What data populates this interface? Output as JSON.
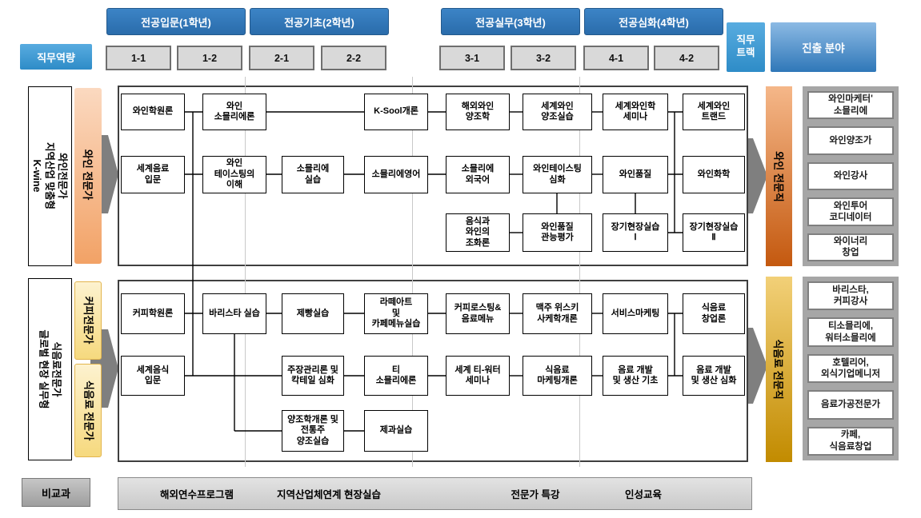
{
  "header": {
    "competency": "직무역량",
    "years": [
      "전공입문(1학년)",
      "전공기초(2학년)",
      "전공실무(3학년)",
      "전공심화(4학년)"
    ],
    "semesters": [
      "1-1",
      "1-2",
      "2-1",
      "2-2",
      "3-1",
      "3-2",
      "4-1",
      "4-2"
    ],
    "job_track": "직무\n트랙",
    "advance_field": "진출 분야"
  },
  "tracks": [
    {
      "id": "wine",
      "side_title_lines": [
        "와인전문가",
        "지역산업 맞춤형",
        "K-wine"
      ],
      "expert_bars": [
        "와인 전문가"
      ],
      "job_track": "와인 전문직",
      "careers": [
        "와인마케터'\n소믈리에",
        "와인양조가",
        "와인강사",
        "와인투어\n코디네이터",
        "와이너리\n창업"
      ],
      "courses": [
        [
          {
            "col": 0,
            "label": "와인학원론"
          },
          {
            "col": 1,
            "label": "와인\n소믈리에론"
          },
          {
            "col": 3,
            "label": "K-Sool개론"
          },
          {
            "col": 4,
            "label": "해외와인\n양조학"
          },
          {
            "col": 5,
            "label": "세계와인\n양조실습"
          },
          {
            "col": 6,
            "label": "세계와인학\n세미나"
          },
          {
            "col": 7,
            "label": "세계와인\n트랜드"
          }
        ],
        [
          {
            "col": 0,
            "label": "세계음료\n입문"
          },
          {
            "col": 1,
            "label": "와인\n테이스팅의\n이해"
          },
          {
            "col": 2,
            "label": "소믈리에\n실습"
          },
          {
            "col": 3,
            "label": "소믈리에영어"
          },
          {
            "col": 4,
            "label": "소믈리에\n외국어"
          },
          {
            "col": 5,
            "label": "와인테이스팅\n심화"
          },
          {
            "col": 6,
            "label": "와인품질"
          },
          {
            "col": 7,
            "label": "와인화학"
          }
        ],
        [
          {
            "col": 4,
            "label": "음식과\n와인의\n조화론"
          },
          {
            "col": 5,
            "label": "와인품질\n관능평가"
          },
          {
            "col": 6,
            "label": "장기현장실습\nⅠ"
          },
          {
            "col": 7,
            "label": "장기현장실습\nⅡ"
          }
        ]
      ]
    },
    {
      "id": "food",
      "side_title_lines": [
        "식음료전문가",
        "글로벌 현장 실무형"
      ],
      "expert_bars": [
        "커피전문가",
        "식음료 전문가"
      ],
      "job_track": "식음료 전문직",
      "careers": [
        "바리스타,\n커피강사",
        "티소믈리에,\n워터소믈리에",
        "호텔리어,\n외식기업메니저",
        "음료가공전문가",
        "카페,\n식음료창업"
      ],
      "courses": [
        [
          {
            "col": 0,
            "label": "커피학원론"
          },
          {
            "col": 1,
            "label": "바리스타 실습"
          },
          {
            "col": 2,
            "label": "제빵실습"
          },
          {
            "col": 3,
            "label": "라떼아트\n및\n카페메뉴실습"
          },
          {
            "col": 4,
            "label": "커피로스팅&\n음료메뉴"
          },
          {
            "col": 5,
            "label": "맥주 위스키\n사케학개론"
          },
          {
            "col": 6,
            "label": "서비스마케팅"
          },
          {
            "col": 7,
            "label": "식음료\n창업론"
          }
        ],
        [
          {
            "col": 0,
            "label": "세계음식\n입문"
          },
          {
            "col": 2,
            "label": "주장관리론 및\n칵테일 심화"
          },
          {
            "col": 3,
            "label": "티\n소믈리에론"
          },
          {
            "col": 4,
            "label": "세계 티-워터\n세미나"
          },
          {
            "col": 5,
            "label": "식음료\n마케팅개론"
          },
          {
            "col": 6,
            "label": "음료 개발\n및 생산 기초"
          },
          {
            "col": 7,
            "label": "음료 개발\n및 생산 심화"
          }
        ],
        [
          {
            "col": 2,
            "label": "양조학개론 및\n전통주\n양조실습"
          },
          {
            "col": 3,
            "label": "제과실습"
          }
        ]
      ]
    }
  ],
  "extracurricular": {
    "label": "비교과",
    "items": [
      "해외연수프로그램",
      "지역산업체연계 현장실습",
      "전문가 특강",
      "인성교육"
    ]
  },
  "palette": {
    "header_blue": "#2e75b6",
    "light_blue": "#3e9cd9",
    "wine_orange": "#c55a11",
    "coffee_yellow": "#f6d97e",
    "food_gold": "#c28b00",
    "panel_gray": "#a6a6a6",
    "arrow_gray": "#7f7f7f"
  }
}
